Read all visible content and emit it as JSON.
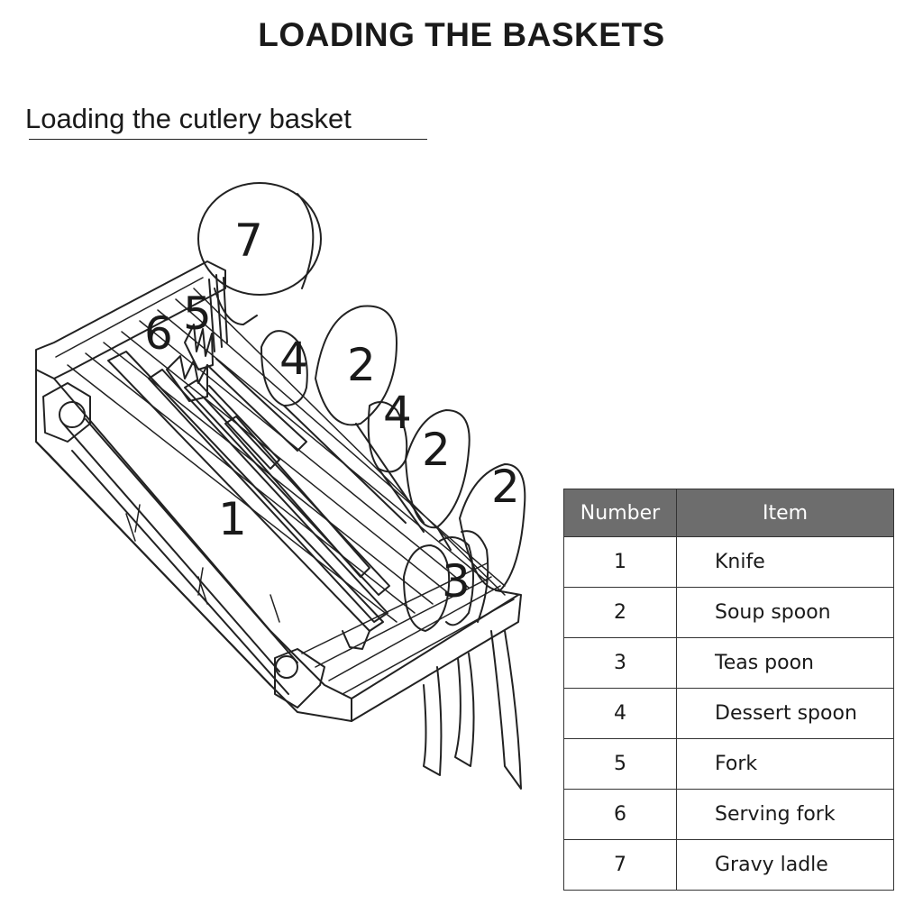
{
  "header": {
    "title": "LOADING THE BASKETS",
    "section_heading": "Loading the cutlery basket"
  },
  "illustration": {
    "callouts": [
      "7",
      "5",
      "6",
      "4",
      "2",
      "4",
      "2",
      "2",
      "1",
      "3"
    ]
  },
  "legend": {
    "columns": [
      "Number",
      "Item"
    ],
    "rows": [
      {
        "number": "1",
        "item": "Knife"
      },
      {
        "number": "2",
        "item": "Soup spoon"
      },
      {
        "number": "3",
        "item": "Teas poon"
      },
      {
        "number": "4",
        "item": "Dessert spoon"
      },
      {
        "number": "5",
        "item": "Fork"
      },
      {
        "number": "6",
        "item": "Serving fork"
      },
      {
        "number": "7",
        "item": "Gravy ladle"
      }
    ]
  },
  "colors": {
    "table_header_bg": "#6d6d6d",
    "table_header_text": "#ffffff",
    "line_art": "#222222"
  }
}
